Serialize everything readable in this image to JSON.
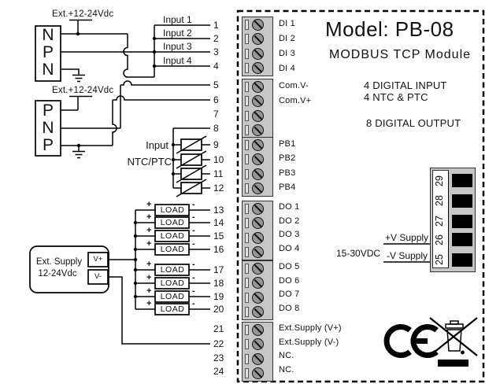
{
  "left_diagram": {
    "sensor1_letters": [
      "N",
      "P",
      "N"
    ],
    "sensor2_letters": [
      "P",
      "N",
      "P"
    ],
    "ext_power_label_1": "Ext.+12-24Vdc",
    "ext_power_label_2": "Ext.+12-24Vdc",
    "input_labels": [
      "Input 1",
      "Input 2",
      "Input 3",
      "Input 4"
    ],
    "ntc_label_line1": "Input",
    "ntc_label_line2": "NTC/PTC",
    "load_label": "LOAD",
    "plus_sign": "+",
    "minus_sign": "-",
    "ext_supply_box": {
      "line1": "Ext. Supply",
      "line2": "12-24Vdc",
      "vplus": "V+",
      "vminus": "V-"
    },
    "terminal_numbers": [
      "1",
      "2",
      "3",
      "4",
      "5",
      "6",
      "7",
      "8",
      "9",
      "10",
      "11",
      "12",
      "13",
      "14",
      "15",
      "16",
      "17",
      "18",
      "19",
      "20",
      "21",
      "22",
      "23",
      "24"
    ]
  },
  "module": {
    "title": "Model: PB-08",
    "subtitle": "MODBUS TCP Module",
    "features": [
      "4 DIGITAL INPUT",
      "4 NTC & PTC",
      "8 DIGITAL OUTPUT"
    ],
    "groups": [
      {
        "labels": [
          "DI 1",
          "DI 2",
          "DI 3",
          "DI 4"
        ]
      },
      {
        "labels": [
          "Com.V-",
          "Com.V+",
          "",
          ""
        ]
      },
      {
        "labels": [
          "PB1",
          "PB2",
          "PB3",
          "PB4"
        ]
      },
      {
        "labels": [
          "DO 1",
          "DO 2",
          "DO 3",
          "DO 4"
        ]
      },
      {
        "labels": [
          "DO 5",
          "DO 6",
          "DO 7",
          "DO 8"
        ]
      },
      {
        "labels": [
          "Ext.Supply (V+)",
          "Ext.Supply (V-)",
          "NC.",
          "NC."
        ]
      }
    ],
    "power_block": {
      "numbers": [
        "25",
        "26",
        "27",
        "28",
        "29"
      ],
      "vplus": "+V Supply",
      "vminus": "-V Supply",
      "voltage": "15-30VDC"
    },
    "certification_icons": [
      "ce-mark",
      "weee-crossed-bin"
    ]
  },
  "colors": {
    "terminal_block_bg": "#c6c6c6",
    "screw": "#969696",
    "power_square": "#000000",
    "line": "#000000"
  }
}
